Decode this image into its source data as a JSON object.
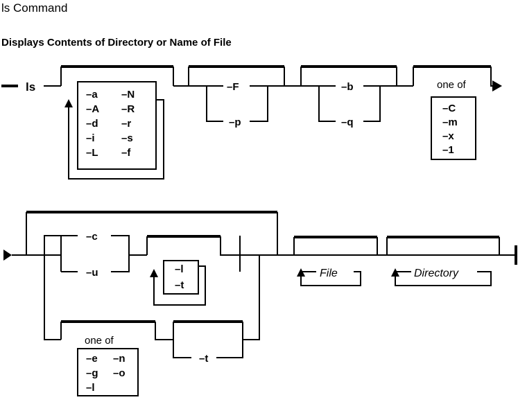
{
  "title": "ls Command",
  "subtitle": "Displays Contents of Directory or Name of File",
  "command": "ls",
  "group1_options": [
    "–a",
    "–A",
    "–d",
    "–i",
    "–L",
    "–N",
    "–R",
    "–r",
    "–s",
    "–f"
  ],
  "group2_options": [
    "–F",
    "–p"
  ],
  "group3_options": [
    "–b",
    "–q"
  ],
  "group4": {
    "label": "one of",
    "options": [
      "–C",
      "–m",
      "–x",
      "–1"
    ]
  },
  "group5_options": [
    "–c",
    "–u"
  ],
  "group6_options": [
    "–l",
    "–t"
  ],
  "group7": {
    "label": "one of",
    "options": [
      "–e",
      "–g",
      "–l",
      "–n",
      "–o"
    ]
  },
  "group8_option": "–t",
  "file_label": "File",
  "directory_label": "Directory"
}
